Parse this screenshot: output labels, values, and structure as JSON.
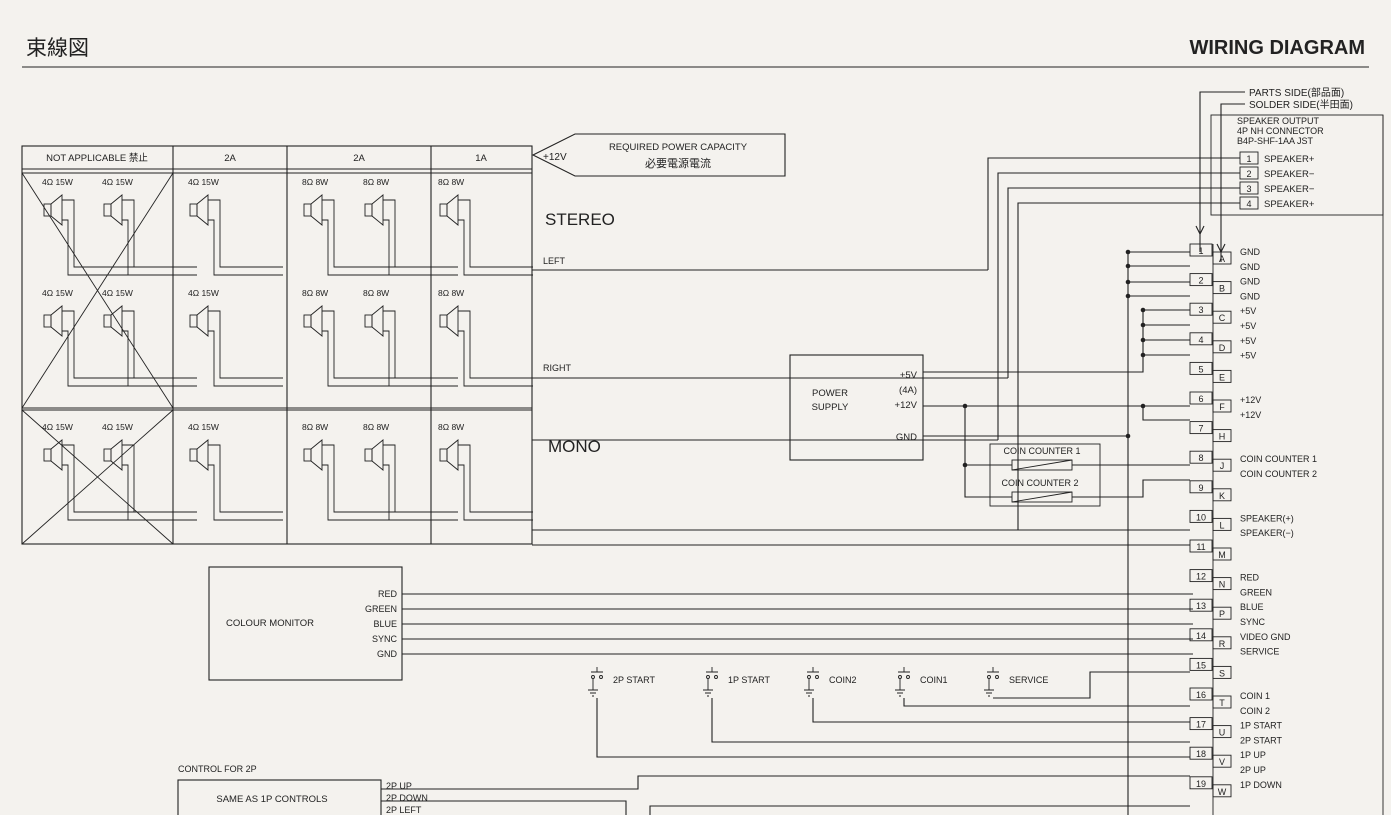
{
  "header": {
    "title_jp": "束線図",
    "title_en": "WIRING DIAGRAM"
  },
  "side_labels": {
    "parts": "PARTS SIDE(部品面)",
    "solder": "SOLDER SIDE(半田面)"
  },
  "speaker_output": {
    "title": "SPEAKER OUTPUT",
    "connector": "4P NH CONNECTOR",
    "part": "B4P-SHF-1AA JST",
    "pins": [
      {
        "n": "1",
        "label": "SPEAKER+"
      },
      {
        "n": "2",
        "label": "SPEAKER−"
      },
      {
        "n": "3",
        "label": "SPEAKER−"
      },
      {
        "n": "4",
        "label": "SPEAKER+"
      }
    ]
  },
  "power_capacity": {
    "voltage": "+12V",
    "label_en": "REQUIRED POWER CAPACITY",
    "label_jp": "必要電源電流"
  },
  "speaker_table": {
    "headers": [
      "NOT APPLICABLE 禁止",
      "2A",
      "2A",
      "1A"
    ],
    "row1_labels": [
      "4Ω 15W",
      "4Ω 15W",
      "4Ω 15W",
      "8Ω 8W",
      "8Ω 8W",
      "8Ω 8W"
    ],
    "row2_labels": [
      "4Ω 15W",
      "4Ω 15W",
      "4Ω 15W",
      "8Ω 8W",
      "8Ω 8W",
      "8Ω 8W"
    ],
    "row3_labels": [
      "4Ω 15W",
      "4Ω 15W",
      "4Ω 15W",
      "8Ω 8W",
      "8Ω 8W",
      "8Ω 8W"
    ],
    "stereo": "STEREO",
    "mono": "MONO",
    "left": "LEFT",
    "right": "RIGHT"
  },
  "power_supply": {
    "label1": "POWER",
    "label2": "SUPPLY",
    "v5": "+5V",
    "amps": "(4A)",
    "v12": "+12V",
    "gnd": "GND"
  },
  "coin_counters": [
    "COIN COUNTER 1",
    "COIN COUNTER 2"
  ],
  "monitor": {
    "label": "COLOUR MONITOR",
    "signals": [
      "RED",
      "GREEN",
      "BLUE",
      "SYNC",
      "GND"
    ]
  },
  "switches": [
    "2P START",
    "1P START",
    "COIN2",
    "COIN1",
    "SERVICE"
  ],
  "controls": {
    "title": "CONTROL FOR 2P",
    "same_as": "SAME AS 1P CONTROLS",
    "signals": [
      "2P UP",
      "2P DOWN",
      "2P LEFT"
    ]
  },
  "edge_pins": [
    {
      "n": "1",
      "l": "A",
      "label": "GND"
    },
    {
      "n": "",
      "l": "",
      "label": "GND"
    },
    {
      "n": "2",
      "l": "B",
      "label": "GND"
    },
    {
      "n": "",
      "l": "",
      "label": "GND"
    },
    {
      "n": "3",
      "l": "C",
      "label": "+5V"
    },
    {
      "n": "",
      "l": "",
      "label": "+5V"
    },
    {
      "n": "4",
      "l": "D",
      "label": "+5V"
    },
    {
      "n": "",
      "l": "",
      "label": "+5V"
    },
    {
      "n": "5",
      "l": "E",
      "label": ""
    },
    {
      "n": "",
      "l": "",
      "label": ""
    },
    {
      "n": "6",
      "l": "F",
      "label": "+12V"
    },
    {
      "n": "",
      "l": "",
      "label": "+12V"
    },
    {
      "n": "7",
      "l": "H",
      "label": ""
    },
    {
      "n": "",
      "l": "",
      "label": ""
    },
    {
      "n": "8",
      "l": "J",
      "label": "COIN COUNTER 1"
    },
    {
      "n": "",
      "l": "",
      "label": "COIN COUNTER 2"
    },
    {
      "n": "9",
      "l": "K",
      "label": ""
    },
    {
      "n": "",
      "l": "",
      "label": ""
    },
    {
      "n": "10",
      "l": "L",
      "label": "SPEAKER(+)"
    },
    {
      "n": "",
      "l": "",
      "label": "SPEAKER(−)"
    },
    {
      "n": "11",
      "l": "M",
      "label": ""
    },
    {
      "n": "",
      "l": "",
      "label": ""
    },
    {
      "n": "12",
      "l": "N",
      "label": "RED"
    },
    {
      "n": "",
      "l": "",
      "label": "GREEN"
    },
    {
      "n": "13",
      "l": "P",
      "label": "BLUE"
    },
    {
      "n": "",
      "l": "",
      "label": "SYNC"
    },
    {
      "n": "14",
      "l": "R",
      "label": "VIDEO GND"
    },
    {
      "n": "",
      "l": "",
      "label": "SERVICE"
    },
    {
      "n": "15",
      "l": "S",
      "label": ""
    },
    {
      "n": "",
      "l": "",
      "label": ""
    },
    {
      "n": "16",
      "l": "T",
      "label": "COIN 1"
    },
    {
      "n": "",
      "l": "",
      "label": "COIN 2"
    },
    {
      "n": "17",
      "l": "U",
      "label": "1P START"
    },
    {
      "n": "",
      "l": "",
      "label": "2P START"
    },
    {
      "n": "18",
      "l": "V",
      "label": "1P UP"
    },
    {
      "n": "",
      "l": "",
      "label": "2P UP"
    },
    {
      "n": "19",
      "l": "W",
      "label": "1P DOWN"
    }
  ]
}
